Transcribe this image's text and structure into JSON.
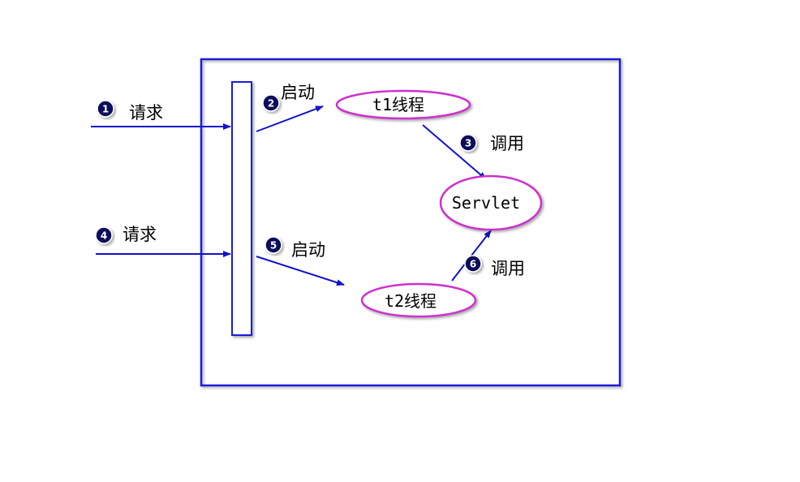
{
  "labels": {
    "request_1": "请求",
    "start_1": "启动",
    "call_1": "调用",
    "request_2": "请求",
    "start_2": "启动",
    "call_2": "调用"
  },
  "nodes": {
    "t1": "t1线程",
    "servlet": "Servlet",
    "t2": "t2线程"
  },
  "steps": [
    "1",
    "2",
    "3",
    "4",
    "5",
    "6"
  ],
  "colors": {
    "box": "#1a1ad8",
    "arrow": "#1212c8",
    "ellipse_stroke": "#cc33cc",
    "badge": "#0d0d5c"
  }
}
